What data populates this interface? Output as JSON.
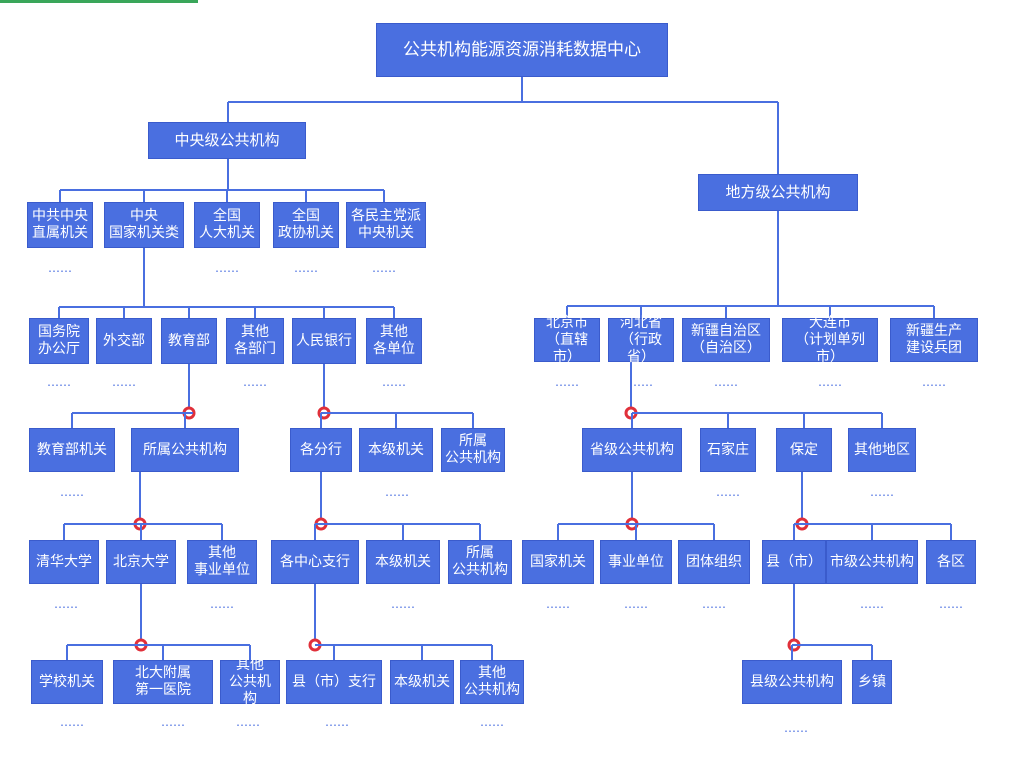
{
  "root": "公共机构能源资源消耗数据中心",
  "central": "中央级公共机构",
  "local": "地方级公共机构",
  "central_sub": [
    "中共中央\n直属机关",
    "中央\n国家机关类",
    "全国\n人大机关",
    "全国\n政协机关",
    "各民主党派\n中央机关"
  ],
  "state_depts": [
    "国务院\n办公厅",
    "外交部",
    "教育部",
    "其他\n各部门",
    "人民银行",
    "其他\n各单位"
  ],
  "edu_sub": [
    "教育部机关",
    "所属公共机构"
  ],
  "edu_affil_sub": [
    "清华大学",
    "北京大学",
    "其他\n事业单位"
  ],
  "pku_sub": [
    "学校机关",
    "北大附属\n第一医院",
    "其他\n公共机构"
  ],
  "pbc_sub": [
    "各分行",
    "本级机关",
    "所属\n公共机构"
  ],
  "branch_sub": [
    "各中心支行",
    "本级机关",
    "所属\n公共机构"
  ],
  "center_sub": [
    "县（市）支行",
    "本级机关",
    "其他\n公共机构"
  ],
  "local_sub": [
    "北京市\n（直辖市）",
    "河北省\n（行政省）",
    "新疆自治区\n（自治区）",
    "大连市\n（计划单列市）",
    "新疆生产\n建设兵团"
  ],
  "hebei_sub": [
    "省级公共机构",
    "石家庄",
    "保定",
    "其他地区"
  ],
  "prov_sub": [
    "国家机关",
    "事业单位",
    "团体组织"
  ],
  "baoding_sub": [
    "县（市）",
    "市级公共机构",
    "各区"
  ],
  "county_sub": [
    "县级公共机构",
    "乡镇"
  ],
  "ellipsis": "……",
  "colors": {
    "box": "#4a6fe0",
    "line": "#4a6fe0",
    "junction": "#e0303a",
    "accent_bar": "#3aa65a"
  }
}
